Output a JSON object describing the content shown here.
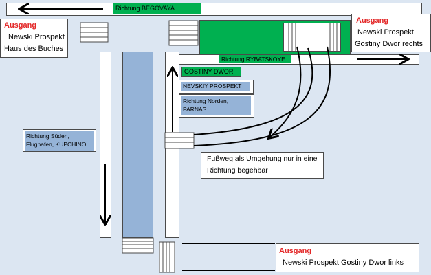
{
  "colors": {
    "background": "#dce6f2",
    "platform": "#00b050",
    "track": "#95b3d7",
    "box_line": "#4a4a4a",
    "exit_heading": "#e32626"
  },
  "signs": {
    "begovaya": "Richtung BEGOVAYA",
    "rybatskoye": "Richtung RYBATSKOYE",
    "gostiny_dwor": "GOSTINY DWOR",
    "nevskiy_prospekt": "NEVSKIY PROSPEKT",
    "north": [
      "Richtung Norden,",
      "PARNAS"
    ],
    "south": [
      "Richtung Süden,",
      "Flughafen, KUPCHINO"
    ]
  },
  "exits": {
    "left_top": {
      "heading": "Ausgang",
      "lines": [
        "Newski Prospekt",
        "Haus des Buches"
      ]
    },
    "right_top": {
      "heading": "Ausgang",
      "lines": [
        "Newski Prospekt",
        "Gostiny Dwor rechts"
      ]
    },
    "bottom": {
      "heading": "Ausgang",
      "lines": [
        "Newski Prospekt Gostiny Dwor links"
      ]
    }
  },
  "footpath_note": [
    "Fußweg als Umgehung nur in eine",
    "Richtung begehbar"
  ],
  "icons": [
    "arrow-left-icon",
    "arrow-right-icon",
    "arrow-up-icon",
    "arrow-down-icon",
    "stairs-icon",
    "curved-arrow-icon"
  ]
}
